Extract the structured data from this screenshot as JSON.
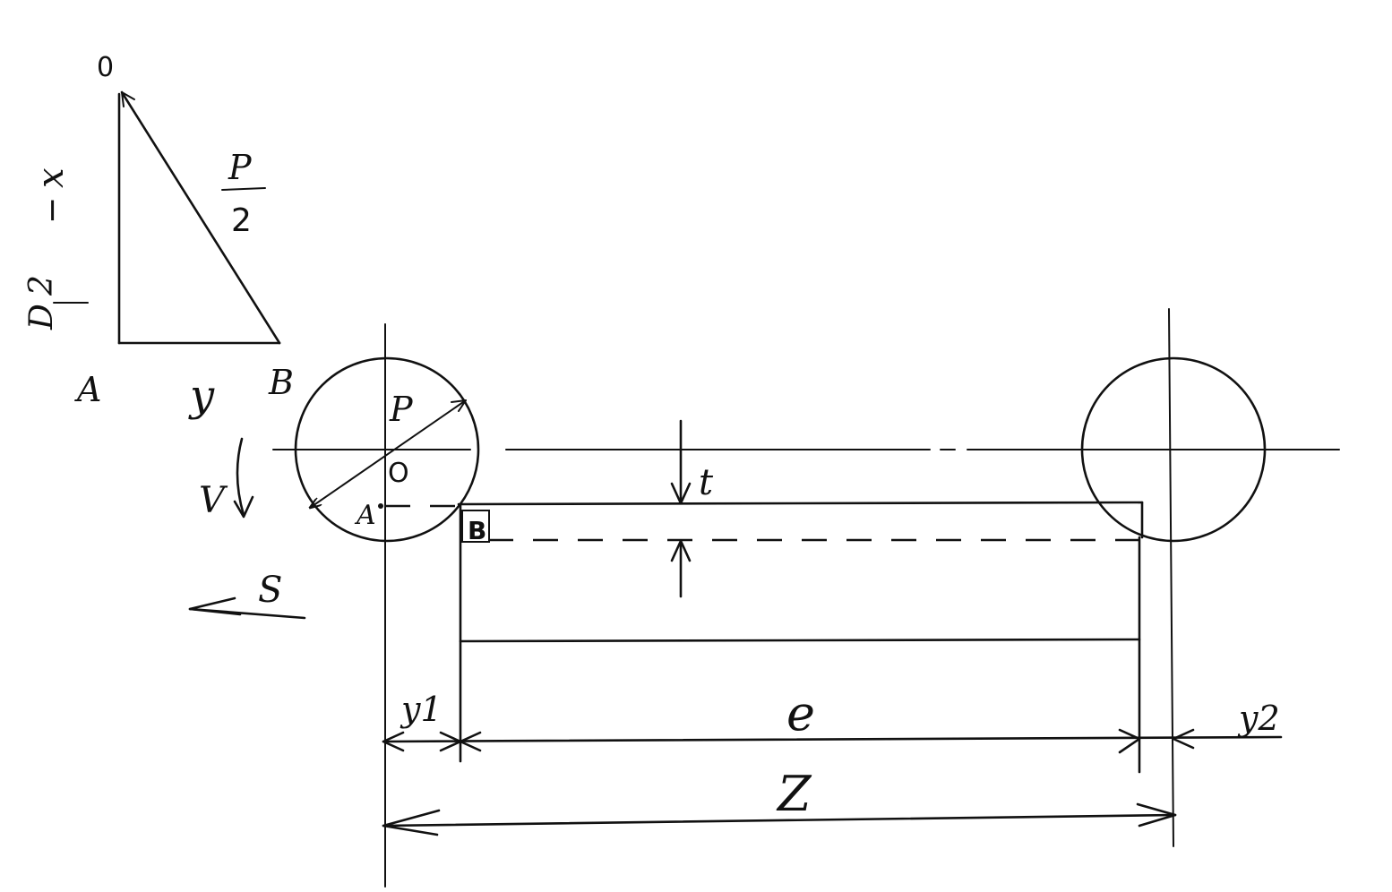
{
  "triangle": {
    "vertex_top": "0",
    "vertex_bottom_left": "A",
    "vertex_bottom_right": "B",
    "leg_vertical": "x",
    "leg_vertical_dash": "−",
    "leg_vertical_fraction_num": "D",
    "leg_vertical_fraction_den": "2",
    "hypotenuse_num": "P",
    "hypotenuse_den": "2",
    "leg_horizontal": "y"
  },
  "workpiece": {
    "tool_center": "O",
    "tool_radius": "P",
    "point_a": "A",
    "point_b": "B",
    "depth": "t",
    "rotation": "V",
    "feed": "S"
  },
  "dimensions": {
    "approach": "y1",
    "length": "e",
    "overrun": "y2",
    "total": "Z"
  }
}
